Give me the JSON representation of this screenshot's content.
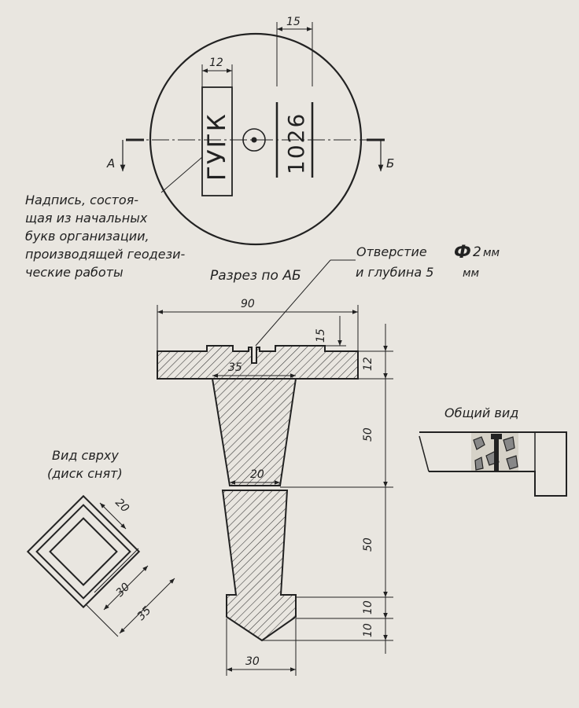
{
  "colors": {
    "paper": "#e9e6e0",
    "ink": "#222222"
  },
  "top_view": {
    "stamp_org": "ГУГК",
    "stamp_number": "1026",
    "section_mark_left": "А",
    "section_mark_right": "Б",
    "dim_letter_height": "12",
    "dim_number_height": "15"
  },
  "callout_inscription": [
    "Надпись, состоя-",
    "щая из начальных",
    "букв организации,",
    "производящей геодези-",
    "ческие работы"
  ],
  "callout_hole": {
    "line1_prefix": "Отверстие",
    "diameter_symbol": "Ф",
    "line1_value": "2",
    "line1_unit": "мм",
    "line2": "и глубина 5",
    "line2_unit": "мм"
  },
  "section": {
    "title": "Разрез по АБ",
    "dims": {
      "disk_width": "90",
      "recess_depth": "15",
      "disk_thickness": "12",
      "top_width": "35",
      "neck_width": "20",
      "upper_height": "50",
      "lower_height": "50",
      "shoulder_height": "10",
      "tip_height": "10",
      "base_width": "30"
    }
  },
  "plan_view": {
    "title_line1": "Вид сврху",
    "title_line2": "(диск снят)",
    "dims": {
      "small": "20",
      "middle": "30",
      "large": "35"
    }
  },
  "general_view": {
    "title": "Общий вид"
  }
}
